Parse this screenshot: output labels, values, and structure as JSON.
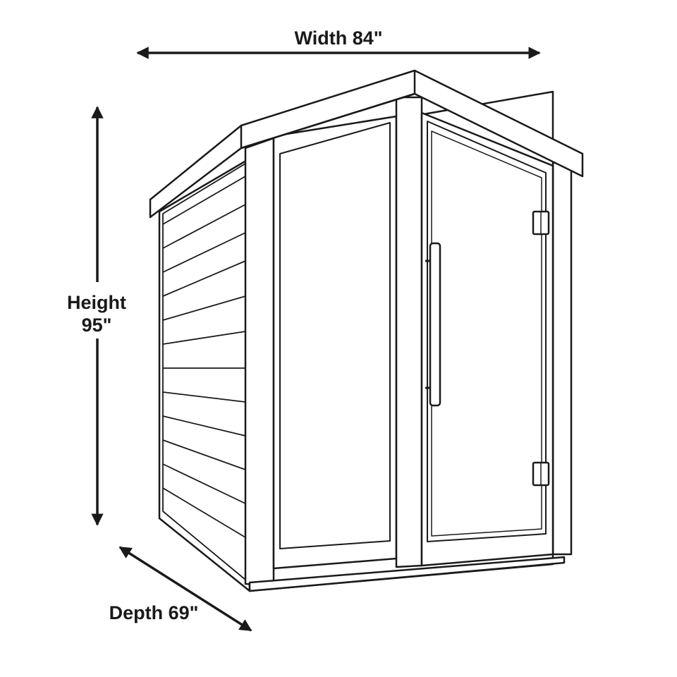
{
  "dimensions": {
    "width": "Width 84\"",
    "height_line1": "Height",
    "height_line2": "95\"",
    "depth": "Depth 69\""
  },
  "colors": {
    "line": "#1a1a1a",
    "fill": "#ffffff"
  }
}
